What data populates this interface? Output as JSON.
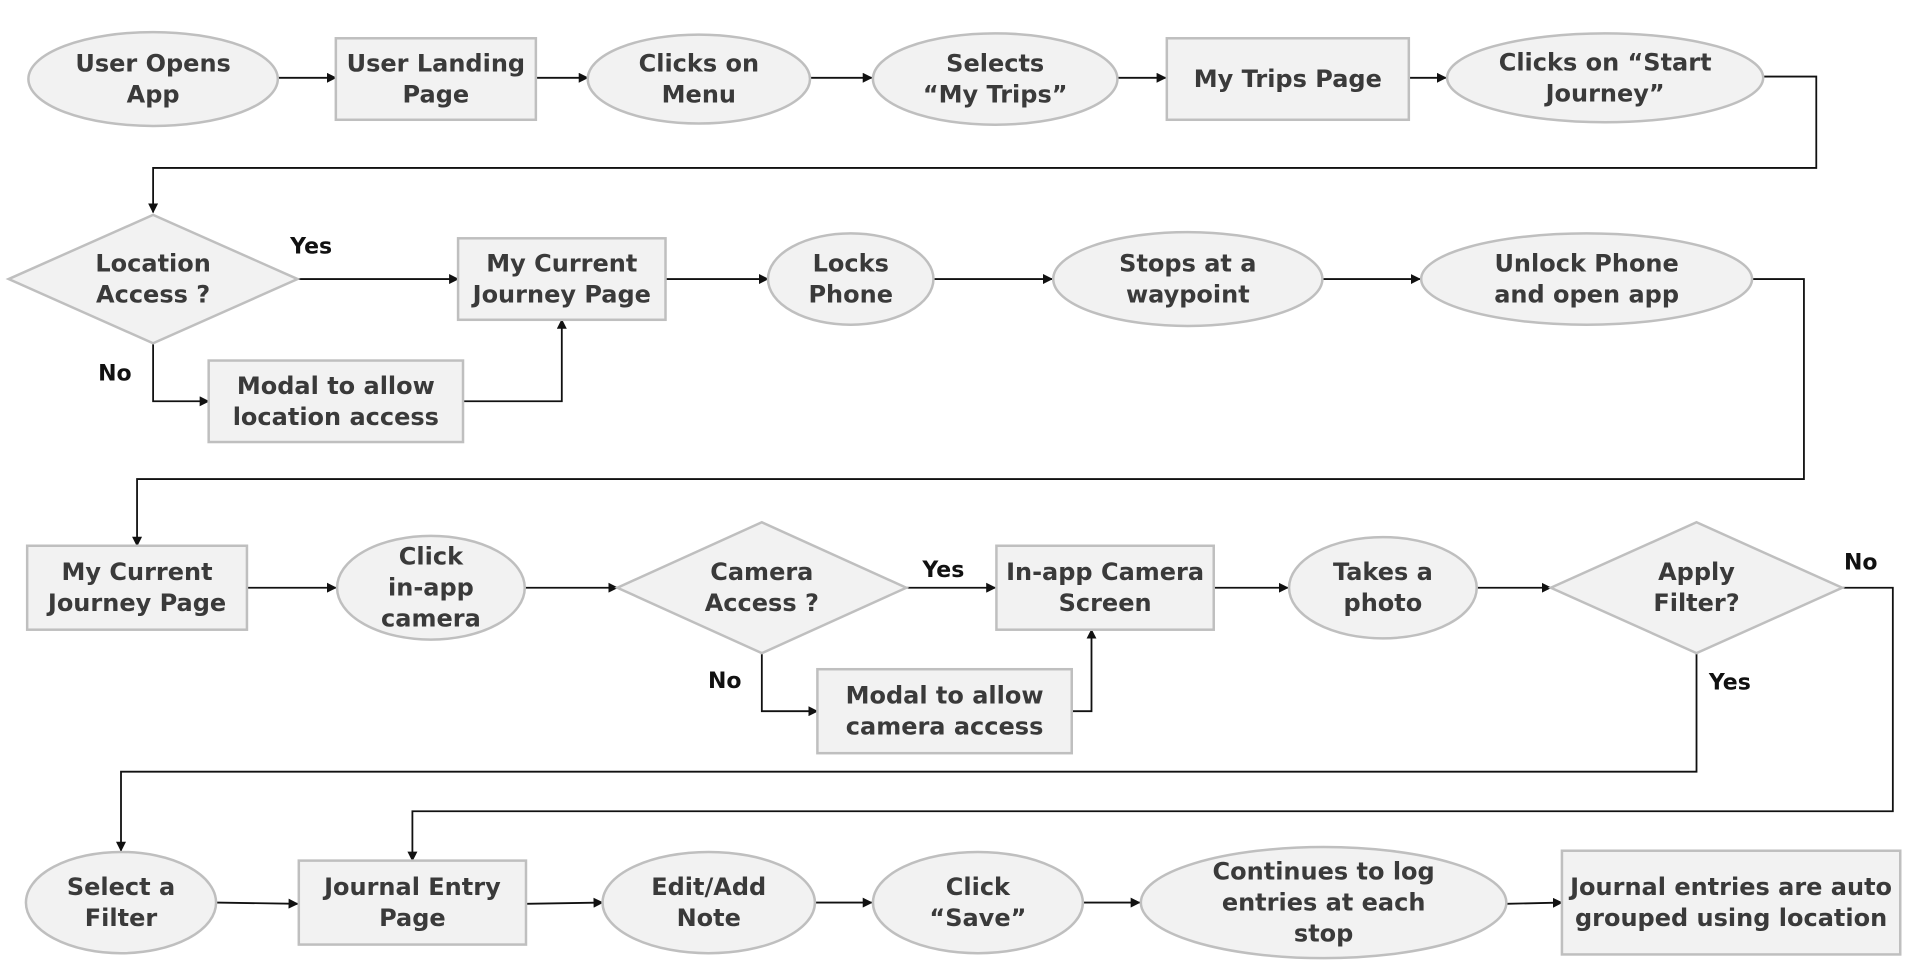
{
  "nodes": [
    {
      "id": "user-opens-app",
      "shape": "ellipse",
      "lines": [
        "User Opens",
        "App"
      ]
    },
    {
      "id": "user-landing-page",
      "shape": "rect",
      "lines": [
        "User Landing",
        "Page"
      ]
    },
    {
      "id": "clicks-on-menu",
      "shape": "ellipse",
      "lines": [
        "Clicks on",
        "Menu"
      ]
    },
    {
      "id": "selects-my-trips",
      "shape": "ellipse",
      "lines": [
        "Selects",
        "“My Trips”"
      ]
    },
    {
      "id": "my-trips-page",
      "shape": "rect",
      "lines": [
        "My Trips Page"
      ]
    },
    {
      "id": "clicks-start-journey",
      "shape": "ellipse",
      "lines": [
        "Clicks on “Start",
        "Journey”"
      ]
    },
    {
      "id": "location-access",
      "shape": "diamond",
      "lines": [
        "Location",
        "Access ?"
      ]
    },
    {
      "id": "my-current-journey-page-1",
      "shape": "rect",
      "lines": [
        "My Current",
        "Journey Page"
      ]
    },
    {
      "id": "modal-location-access",
      "shape": "rect",
      "lines": [
        "Modal to allow",
        "location access"
      ]
    },
    {
      "id": "locks-phone",
      "shape": "ellipse",
      "lines": [
        "Locks",
        "Phone"
      ]
    },
    {
      "id": "stops-at-waypoint",
      "shape": "ellipse",
      "lines": [
        "Stops at a",
        "waypoint"
      ]
    },
    {
      "id": "unlock-phone",
      "shape": "ellipse",
      "lines": [
        "Unlock Phone",
        "and open app"
      ]
    },
    {
      "id": "my-current-journey-page-2",
      "shape": "rect",
      "lines": [
        "My Current",
        "Journey Page"
      ]
    },
    {
      "id": "click-in-app-camera",
      "shape": "ellipse",
      "lines": [
        "Click",
        "in-app",
        "camera"
      ]
    },
    {
      "id": "camera-access",
      "shape": "diamond",
      "lines": [
        "Camera",
        "Access ?"
      ]
    },
    {
      "id": "in-app-camera-screen",
      "shape": "rect",
      "lines": [
        "In-app Camera",
        "Screen"
      ]
    },
    {
      "id": "modal-camera-access",
      "shape": "rect",
      "lines": [
        "Modal to allow",
        "camera access"
      ]
    },
    {
      "id": "takes-a-photo",
      "shape": "ellipse",
      "lines": [
        "Takes a",
        "photo"
      ]
    },
    {
      "id": "apply-filter",
      "shape": "diamond",
      "lines": [
        "Apply",
        "Filter?"
      ]
    },
    {
      "id": "select-a-filter",
      "shape": "ellipse",
      "lines": [
        "Select a",
        "Filter"
      ]
    },
    {
      "id": "journal-entry-page",
      "shape": "rect",
      "lines": [
        "Journal Entry",
        "Page"
      ]
    },
    {
      "id": "edit-add-note",
      "shape": "ellipse",
      "lines": [
        "Edit/Add",
        "Note"
      ]
    },
    {
      "id": "click-save",
      "shape": "ellipse",
      "lines": [
        "Click",
        "“Save”"
      ]
    },
    {
      "id": "continues-to-log",
      "shape": "ellipse",
      "lines": [
        "Continues to log",
        "entries at each",
        "stop"
      ]
    },
    {
      "id": "journal-entries-grouped",
      "shape": "rect",
      "lines": [
        "Journal entries are auto",
        "grouped using location"
      ]
    }
  ],
  "edges": [
    {
      "id": "e1",
      "from": "user-opens-app",
      "to": "user-landing-page",
      "label": ""
    },
    {
      "id": "e2",
      "from": "user-landing-page",
      "to": "clicks-on-menu",
      "label": ""
    },
    {
      "id": "e3",
      "from": "clicks-on-menu",
      "to": "selects-my-trips",
      "label": ""
    },
    {
      "id": "e4",
      "from": "selects-my-trips",
      "to": "my-trips-page",
      "label": ""
    },
    {
      "id": "e5",
      "from": "my-trips-page",
      "to": "clicks-start-journey",
      "label": ""
    },
    {
      "id": "e6",
      "from": "clicks-start-journey",
      "to": "location-access",
      "label": ""
    },
    {
      "id": "e7",
      "from": "location-access",
      "to": "my-current-journey-page-1",
      "label": "Yes"
    },
    {
      "id": "e8",
      "from": "location-access",
      "to": "modal-location-access",
      "label": "No"
    },
    {
      "id": "e9",
      "from": "modal-location-access",
      "to": "my-current-journey-page-1",
      "label": ""
    },
    {
      "id": "e10",
      "from": "my-current-journey-page-1",
      "to": "locks-phone",
      "label": ""
    },
    {
      "id": "e11",
      "from": "locks-phone",
      "to": "stops-at-waypoint",
      "label": ""
    },
    {
      "id": "e12",
      "from": "stops-at-waypoint",
      "to": "unlock-phone",
      "label": ""
    },
    {
      "id": "e13",
      "from": "unlock-phone",
      "to": "my-current-journey-page-2",
      "label": ""
    },
    {
      "id": "e14",
      "from": "my-current-journey-page-2",
      "to": "click-in-app-camera",
      "label": ""
    },
    {
      "id": "e15",
      "from": "click-in-app-camera",
      "to": "camera-access",
      "label": ""
    },
    {
      "id": "e16",
      "from": "camera-access",
      "to": "in-app-camera-screen",
      "label": "Yes"
    },
    {
      "id": "e17",
      "from": "camera-access",
      "to": "modal-camera-access",
      "label": "No"
    },
    {
      "id": "e18",
      "from": "modal-camera-access",
      "to": "in-app-camera-screen",
      "label": ""
    },
    {
      "id": "e19",
      "from": "in-app-camera-screen",
      "to": "takes-a-photo",
      "label": ""
    },
    {
      "id": "e20",
      "from": "takes-a-photo",
      "to": "apply-filter",
      "label": ""
    },
    {
      "id": "e21",
      "from": "apply-filter",
      "to": "journal-entry-page",
      "label": "No"
    },
    {
      "id": "e22",
      "from": "apply-filter",
      "to": "select-a-filter",
      "label": "Yes"
    },
    {
      "id": "e23",
      "from": "select-a-filter",
      "to": "journal-entry-page",
      "label": ""
    },
    {
      "id": "e24",
      "from": "journal-entry-page",
      "to": "edit-add-note",
      "label": ""
    },
    {
      "id": "e25",
      "from": "edit-add-note",
      "to": "click-save",
      "label": ""
    },
    {
      "id": "e26",
      "from": "click-save",
      "to": "continues-to-log",
      "label": ""
    },
    {
      "id": "e27",
      "from": "continues-to-log",
      "to": "journal-entries-grouped",
      "label": ""
    }
  ]
}
